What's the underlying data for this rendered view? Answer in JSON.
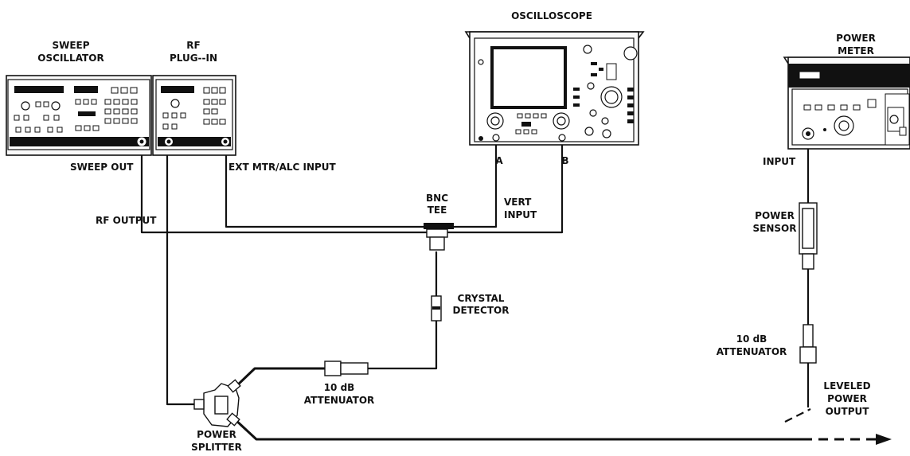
{
  "labels": {
    "sweep_oscillator_1": "SWEEP",
    "sweep_oscillator_2": "OSCILLATOR",
    "rf_plugin_1": "RF",
    "rf_plugin_2": "PLUG--IN",
    "oscilloscope": "OSCILLOSCOPE",
    "power_meter_1": "POWER",
    "power_meter_2": "METER",
    "sweep_out": "SWEEP OUT",
    "ext_mtr_alc_input": "EXT MTR/ALC INPUT",
    "rf_output": "RF OUTPUT",
    "bnc_tee_1": "BNC",
    "bnc_tee_2": "TEE",
    "vert_input_1": "VERT",
    "vert_input_2": "INPUT",
    "channel_a": "A",
    "channel_b": "B",
    "crystal_detector_1": "CRYSTAL",
    "crystal_detector_2": "DETECTOR",
    "attenuator_left_1": "10 dB",
    "attenuator_left_2": "ATTENUATOR",
    "power_splitter_1": "POWER",
    "power_splitter_2": "SPLITTER",
    "input": "INPUT",
    "power_sensor_1": "POWER",
    "power_sensor_2": "SENSOR",
    "attenuator_right_1": "10 dB",
    "attenuator_right_2": "ATTENUATOR",
    "leveled_1": "LEVELED",
    "leveled_2": "POWER",
    "leveled_3": "OUTPUT"
  }
}
